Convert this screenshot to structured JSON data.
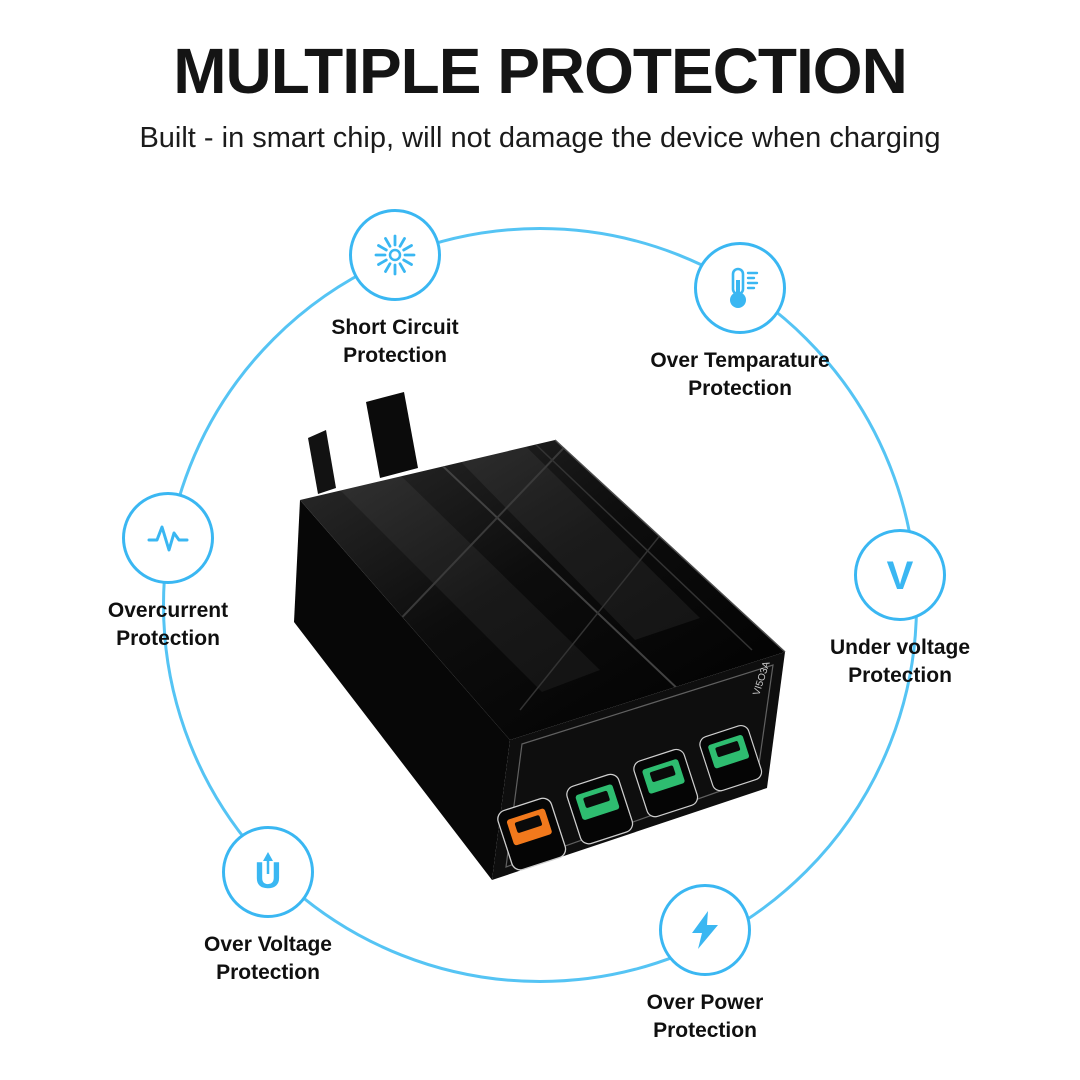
{
  "header": {
    "title": "MULTIPLE PROTECTION",
    "subtitle": "Built - in smart chip, will not damage the device when charging"
  },
  "features": [
    {
      "name": "short-circuit",
      "icon": "short-circuit-burst-icon",
      "line1": "Short Circuit",
      "line2": "Protection"
    },
    {
      "name": "over-temperature",
      "icon": "thermometer-icon",
      "line1": "Over Temparature",
      "line2": "Protection"
    },
    {
      "name": "overcurrent",
      "icon": "current-pulse-icon",
      "line1": "Overcurrent",
      "line2": "Protection"
    },
    {
      "name": "under-voltage",
      "icon": "voltage-v-icon",
      "glyph": "V",
      "line1": "Under voltage",
      "line2": "Protection"
    },
    {
      "name": "over-voltage",
      "icon": "voltage-u-arrow-icon",
      "glyph": "U",
      "line1": "Over Voltage",
      "line2": "Protection"
    },
    {
      "name": "over-power",
      "icon": "power-bolt-icon",
      "line1": "Over Power",
      "line2": "Protection"
    }
  ],
  "product": {
    "model_label": "VI5O3A",
    "port_colors": [
      "#f2791c",
      "#2ebd70",
      "#2ebd70",
      "#2ebd70"
    ]
  },
  "colors": {
    "accent": "#3ab7f2",
    "ring": "#55c4f4",
    "title": "#141414",
    "background": "#ffffff",
    "port_orange": "#f2791c",
    "port_green": "#2ebd70"
  }
}
